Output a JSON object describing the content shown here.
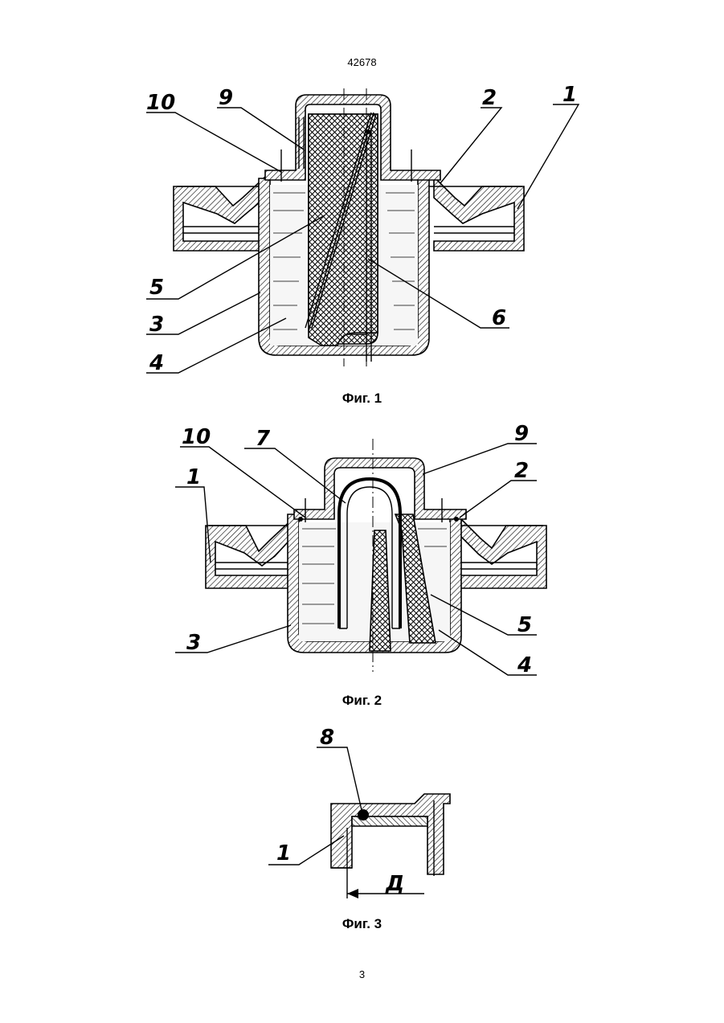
{
  "header": {
    "page_number_top": "42678"
  },
  "figures": [
    {
      "caption": "Фиг. 1",
      "labels": {
        "l10": "10",
        "l9": "9",
        "l2": "2",
        "l1": "1",
        "l5": "5",
        "l3": "3",
        "l4": "4",
        "l6": "6"
      }
    },
    {
      "caption": "Фиг. 2",
      "labels": {
        "l10": "10",
        "l7": "7",
        "l9": "9",
        "l1": "1",
        "l2": "2",
        "l3": "3",
        "l5": "5",
        "l4": "4"
      }
    },
    {
      "caption": "Фиг. 3",
      "labels": {
        "l8": "8",
        "l1": "1",
        "dim": "Д"
      }
    }
  ],
  "footer": {
    "page_number_bottom": "3"
  }
}
